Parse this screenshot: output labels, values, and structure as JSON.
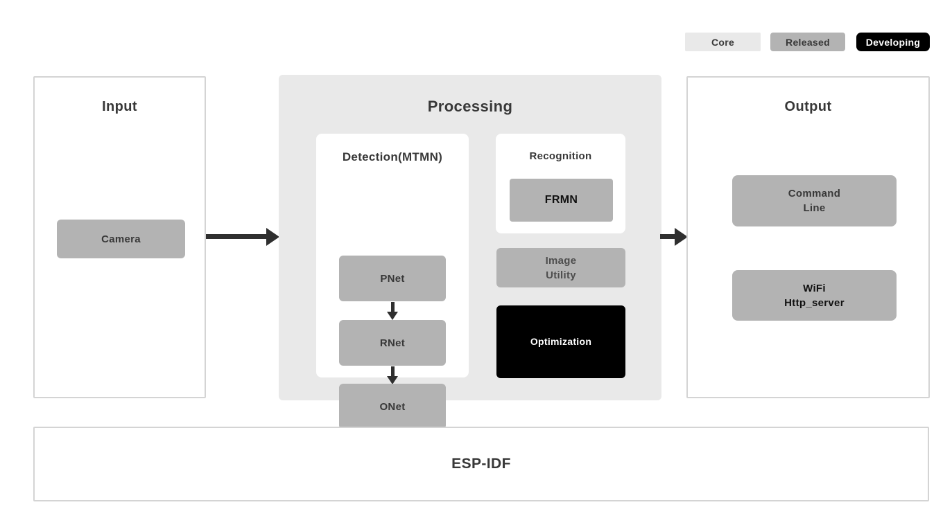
{
  "legend": {
    "core": "Core",
    "released": "Released",
    "developing": "Developing"
  },
  "input": {
    "title": "Input",
    "camera": "Camera"
  },
  "processing": {
    "title": "Processing",
    "detection": {
      "title": "Detection(MTMN)",
      "nodes": [
        "PNet",
        "RNet",
        "ONet"
      ]
    },
    "recognition": {
      "title": "Recognition",
      "node": "FRMN"
    },
    "image_utility": {
      "line1": "Image",
      "line2": "Utility"
    },
    "optimization": "Optimization"
  },
  "output": {
    "title": "Output",
    "command_line": {
      "line1": "Command",
      "line2": "Line"
    },
    "wifi": {
      "line1": "WiFi",
      "line2": "Http_server"
    }
  },
  "foundation": {
    "title": "ESP-IDF"
  },
  "colors": {
    "core_bg": "#e9e9e9",
    "released_bg": "#b3b3b3",
    "developing_bg": "#000000",
    "panel_bg": "#e9e9e9",
    "node_bg": "#b3b3b3",
    "card_bg": "#ffffff",
    "border": "#d4d4d4",
    "text_dark": "#383838",
    "text_black": "#111111",
    "text_muted": "#4d4d4d",
    "arrow": "#2f2f2f"
  }
}
